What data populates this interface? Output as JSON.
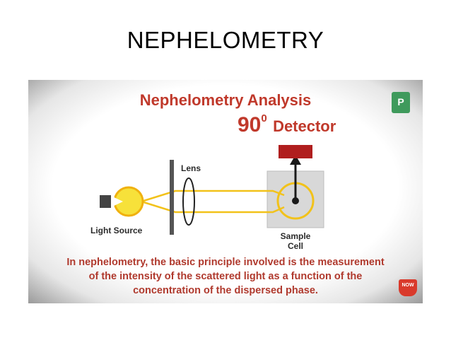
{
  "slide": {
    "title": "NEPHELOMETRY"
  },
  "diagram": {
    "title": "Nephelometry Analysis",
    "detector_angle": "90",
    "detector_degree": "0",
    "detector_word": "Detector",
    "labels": {
      "lens": "Lens",
      "light_source": "Light Source",
      "sample_line1": "Sample",
      "sample_line2": "Cell"
    },
    "caption": {
      "line1": "In nephelometry, the basic principle involved is the measurement",
      "line2": "of the intensity of the scattered light as a function of the",
      "line3": "concentration of the dispersed phase."
    },
    "badge_text": "NOW",
    "logo_text": "P",
    "colors": {
      "accent": "#c0392b",
      "beam": "#f2c21a",
      "detector": "#b01e1e",
      "sample": "#d8d8d8"
    }
  }
}
